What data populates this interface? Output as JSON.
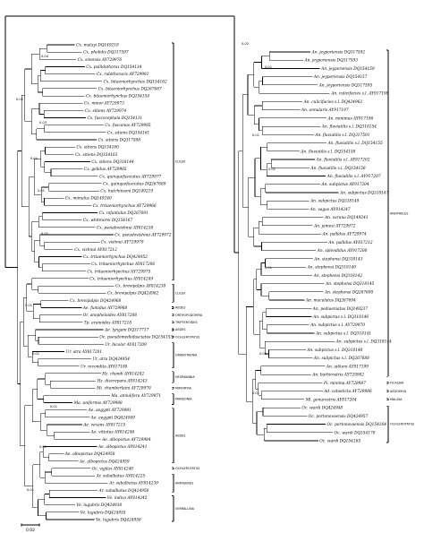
{
  "figure": {
    "scale_bar_label": "0.02",
    "groups": [
      {
        "key": "culex",
        "label": "CULEX"
      },
      {
        "key": "culex2",
        "label": "CULEX"
      },
      {
        "key": "aedes_a",
        "label": "AEDES"
      },
      {
        "key": "orthopo",
        "label": "ORTHOPODOMYIA"
      },
      {
        "key": "tripteroides",
        "label": "TRIPTEROIDES"
      },
      {
        "key": "aedes_b",
        "label": "AEDES"
      },
      {
        "key": "ochl_a",
        "label": "OCHLEROTATUS"
      },
      {
        "key": "urano",
        "label": "URANOTAENIA"
      },
      {
        "key": "armig",
        "label": "ARMIGERES"
      },
      {
        "key": "heizman",
        "label": "HEIZMANNIA"
      },
      {
        "key": "mimomyia",
        "label": "MIMOMYIA"
      },
      {
        "key": "mansonia",
        "label": "MANSONIA"
      },
      {
        "key": "aedes_c",
        "label": "AEDES"
      },
      {
        "key": "ochl_b",
        "label": "OCHLEROTATUS"
      },
      {
        "key": "armig2",
        "label": "ARMIGERES"
      },
      {
        "key": "verrall",
        "label": "VERRALLINA"
      },
      {
        "key": "anoph",
        "label": "ANOPHELES"
      },
      {
        "key": "ficalbia",
        "label": "FICALBIA"
      },
      {
        "key": "aedomyia",
        "label": "AEDOMYIA"
      },
      {
        "key": "malaya",
        "label": "MALAYA"
      },
      {
        "key": "ochl_c",
        "label": "OCHLEROTATUS"
      }
    ],
    "left_taxa": [
      "Cx. malayi DQ149218",
      "Cx. pholidis DQ317597",
      "Cx. sinensis AY729976",
      "Cx. pallidothorax DQ154134",
      "Cx. rubithoracis AY729981",
      "Cx. bitaeniorhynchus DQ154162",
      "Cx. bitaeniorhynchus DQ267687",
      "Cx. bitaeniorhynchus DQ154154",
      "Cx. minor AY729973",
      "Cx. sitiens AY729974",
      "Cx. fuscocephala DQ154131",
      "Cx. fuscanus AY729985",
      "Cx. sitiens DQ154161",
      "Cx. sitiens DQ317598",
      "Cx. sitiens DQ154160",
      "Cx. sitiens DQ154163",
      "Cx. sitiens DQ318144",
      "Cx. gelidus AY729965",
      "Cx. quinquefasciatus AY729977",
      "Cx. quinquefasciatus DQ267689",
      "Cx. hutchinsoni DQ149219",
      "Cx. mimulus DQ149240",
      "Cx. tritaeniorhynchus AY729966",
      "Cx. infantulus DQ267691",
      "Cx. whitmorei DQ154167",
      "Cx. pseudovishnui AY814238",
      "Cx. pseudovishnui AY729972",
      "Cx. vishnui AY729979",
      "Cx. vishnui AY817212",
      "Cx. tritaeniorhynchus DQ424952",
      "Cx. tritaeniorhynchus AY817206",
      "Cx. tritaeniorhynchus AY729975",
      "Cx. tritaeniorhynchus AY814249",
      "Cx. brevipalpis AY814238",
      "Cx. brevipalpis DQ424962",
      "Cx. brevipalpis DQ424968",
      "Ae. fumidus AY729968",
      "Or. anopheloides AY817208",
      "Tp. aranoides AY817218",
      "Ae. lyngani DQ317737",
      "Oc. pseudomediofasciatus DQ154153",
      "Ur. bicolor AY817209",
      "Ur. atra AY817201",
      "Ur. atra DQ424954",
      "Ur. recondita AY817180",
      "Hz. chandi AY814242",
      "Hz. discrepans AY814243",
      "Mi. chamberlaini AY729970",
      "Ma. annulifera AY729971",
      "Ma. uniformis AY729988",
      "Ae. aegypti AY729981",
      "Ae. aegypti DQ424949",
      "Ae. vexans AY817215",
      "Ae. vittatus AY814246",
      "Ae. albopictus AY729984",
      "Ae. albopictus AY814241",
      "Ae. albopictus DQ424958",
      "Ae. albopictus DQ424959",
      "Oc. vigilax AY814240",
      "Ar. subalbatus AY814225",
      "Ar. subalbatus AY814239",
      "Ar. subalbatus DQ424950",
      "Ve. indica AY814245",
      "Ve. lugubris DQ424938",
      "Ve. lugubris DQ424955",
      "Ve. lugubris DQ424956"
    ],
    "right_taxa": [
      "An. jeyporiensis DQ317592",
      "An. jeyporiensis DQ317593",
      "An. jeyporiensis DQ154159",
      "An. jeyporiensis DQ154157",
      "An. jeyporiensis DQ317595",
      "An. culicifacies s.l. AY917198",
      "An. culicifacies s.l. DQ424962",
      "An. annularis AY917197",
      "An. minimus AY917196",
      "An. fluviatilis s.l. DQ318154",
      "An. fluviatilis s.l. DQ317591",
      "An. fluviatilis s.l. DQ154155",
      "An. fluviatilis s.l. DQ154158",
      "An. fluviatilis s.l. AY917202",
      "An. fluviatilis s.l. DQ154156",
      "An. fluviatilis s.l. AY917207",
      "An. subpictus AY917204",
      "An. subpictus DQ318147",
      "An. subpictus DQ318149",
      "An. vagus AY814247",
      "An. varuna DQ149241",
      "An. jamesi AY729972",
      "An. pallidus AY729974",
      "An. pallidus AY817212",
      "An. splendidus AY917200",
      "An. stephensi DQ318143",
      "An. stephensi DQ318140",
      "An. stephensi DQ318142",
      "An. stephensi DQ318145",
      "An. stephensi DQ267690",
      "An. maculatus DQ267694",
      "An. pediaeniatus DQ149237",
      "An. subpictus s.l. DQ318146",
      "An. subpictus s.l. AY729970",
      "An. subpictus s.l. DQ318141",
      "An. subpictus s.l. DQ318144",
      "An. subpictus s.l. DQ318148",
      "An. subpictus s.l. DQ267688",
      "An. aitkeni AY917199",
      "An. barbirostris AY729982",
      "Fi. minima AY729987",
      "Ad. catasticta AY729986",
      "Ml. genurostris AY817204",
      "Oc. wardi DQ424948",
      "Oc. portonovoensis DQ424957",
      "Oc. portonovoensis DQ154164",
      "Oc. wardi DQ154170",
      "Oc. wardi DQ154165"
    ]
  }
}
